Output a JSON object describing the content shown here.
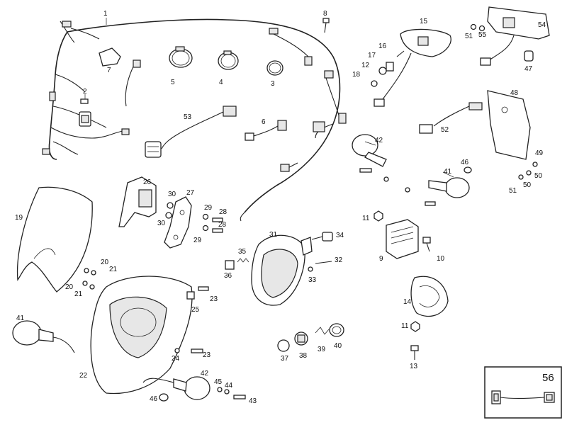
{
  "callouts": {
    "c1": "1",
    "c2": "2",
    "c3": "3",
    "c4": "4",
    "c5": "5",
    "c6": "6",
    "c7": "7",
    "c8": "8",
    "c9": "9",
    "c10": "10",
    "c11a": "11",
    "c11b": "11",
    "c12": "12",
    "c13": "13",
    "c14": "14",
    "c15": "15",
    "c16": "16",
    "c17": "17",
    "c18": "18",
    "c19": "19",
    "c20a": "20",
    "c20b": "20",
    "c21a": "21",
    "c21b": "21",
    "c22": "22",
    "c23a": "23",
    "c23b": "23",
    "c24": "24",
    "c25": "25",
    "c26": "26",
    "c27": "27",
    "c28a": "28",
    "c28b": "28",
    "c29a": "29",
    "c29b": "29",
    "c30a": "30",
    "c30b": "30",
    "c31": "31",
    "c32": "32",
    "c33": "33",
    "c34": "34",
    "c35": "35",
    "c36": "36",
    "c37": "37",
    "c38": "38",
    "c39": "39",
    "c40": "40",
    "c41a": "41",
    "c41b": "41",
    "c42a": "42",
    "c42b": "42",
    "c43": "43",
    "c44": "44",
    "c45": "45",
    "c46a": "46",
    "c46b": "46",
    "c47": "47",
    "c48": "48",
    "c49": "49",
    "c50a": "50",
    "c50b": "50",
    "c51a": "51",
    "c51b": "51",
    "c52": "52",
    "c53": "53",
    "c54": "54",
    "c55": "55"
  },
  "inset": {
    "label": "56"
  }
}
